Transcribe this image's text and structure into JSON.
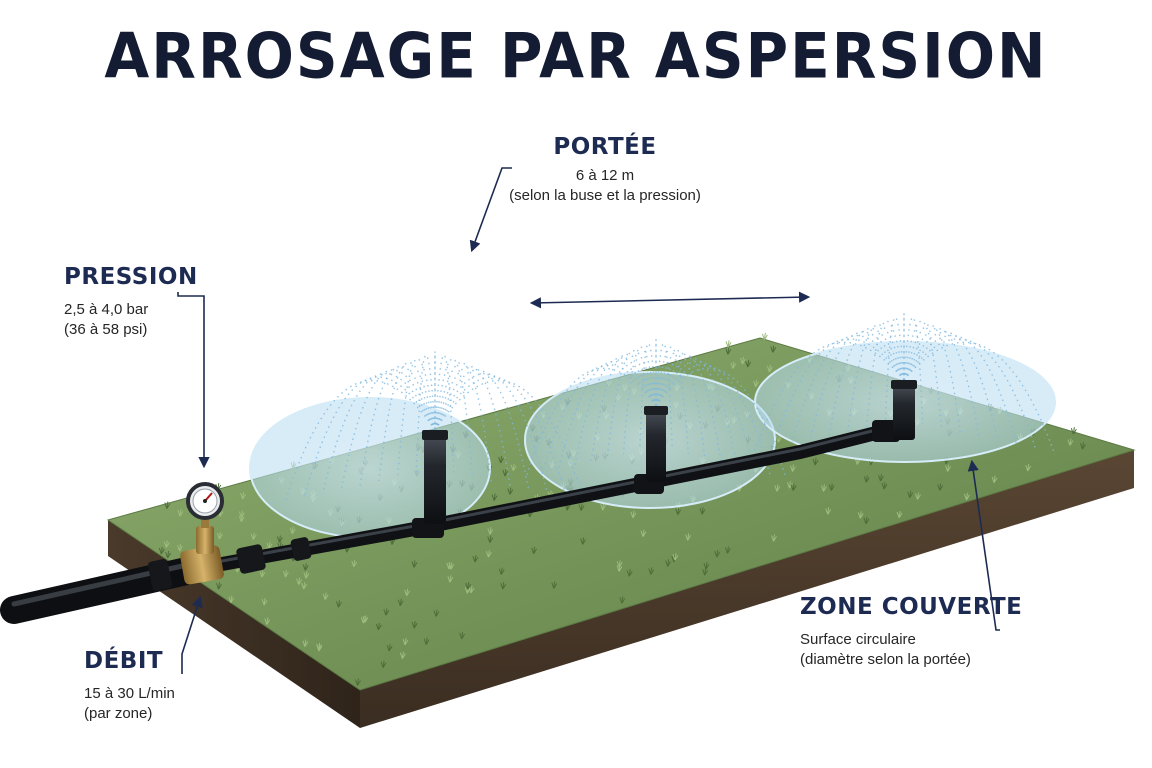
{
  "title": "ARROSAGE PAR ASPERSION",
  "callouts": {
    "portee": {
      "heading": "PORTÉE",
      "line1": "6 à 12 m",
      "line2": "(selon la buse et la pression)"
    },
    "pression": {
      "heading": "PRESSION",
      "line1": "2,5 à 4,0 bar",
      "line2": "(36 à 58 psi)"
    },
    "zone": {
      "heading": "ZONE COUVERTE",
      "line1": "Surface circulaire",
      "line2": "(diamètre selon la portée)"
    },
    "debit": {
      "heading": "DÉBIT",
      "line1": "15 à 30 L/min",
      "line2": "(par zone)"
    }
  },
  "colors": {
    "accent": "#1d2b52",
    "grass": "#7a9a5c",
    "soil": "#4b3b2c",
    "pipe": "#1c1f24",
    "water": "#9ccbe8"
  }
}
